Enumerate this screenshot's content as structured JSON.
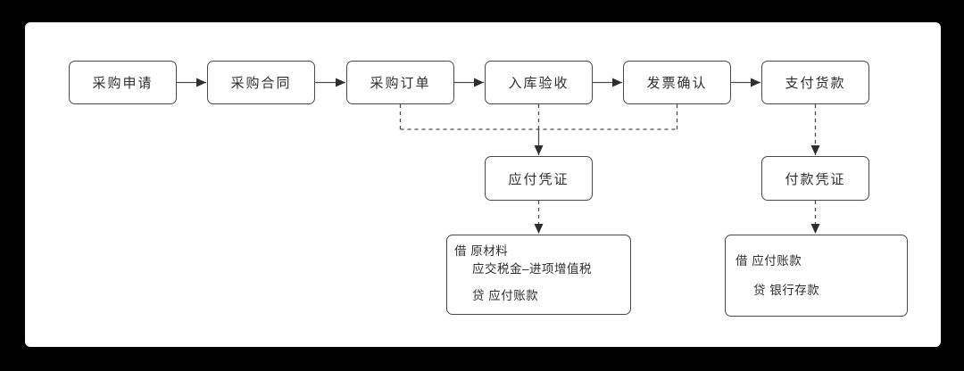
{
  "diagram": {
    "process_flow": [
      {
        "label": "采购申请"
      },
      {
        "label": "采购合同"
      },
      {
        "label": "采购订单"
      },
      {
        "label": "入库验收"
      },
      {
        "label": "发票确认"
      },
      {
        "label": "支付货款"
      }
    ],
    "vouchers": [
      {
        "label": "应付凭证"
      },
      {
        "label": "付款凭证"
      }
    ],
    "journal_entries": [
      {
        "debit_line_1": "借 原材料",
        "debit_line_2": "应交税金–进项增值税",
        "credit_line": "贷 应付账款"
      },
      {
        "debit_line_1": "借 应付账款",
        "credit_line": "贷 银行存款"
      }
    ],
    "colors": {
      "page_background": "#000000",
      "canvas_background": "#ffffff",
      "shape_border": "#4a4a4a",
      "connector": "#4d4d4d",
      "text": "#2f2f2f"
    }
  }
}
